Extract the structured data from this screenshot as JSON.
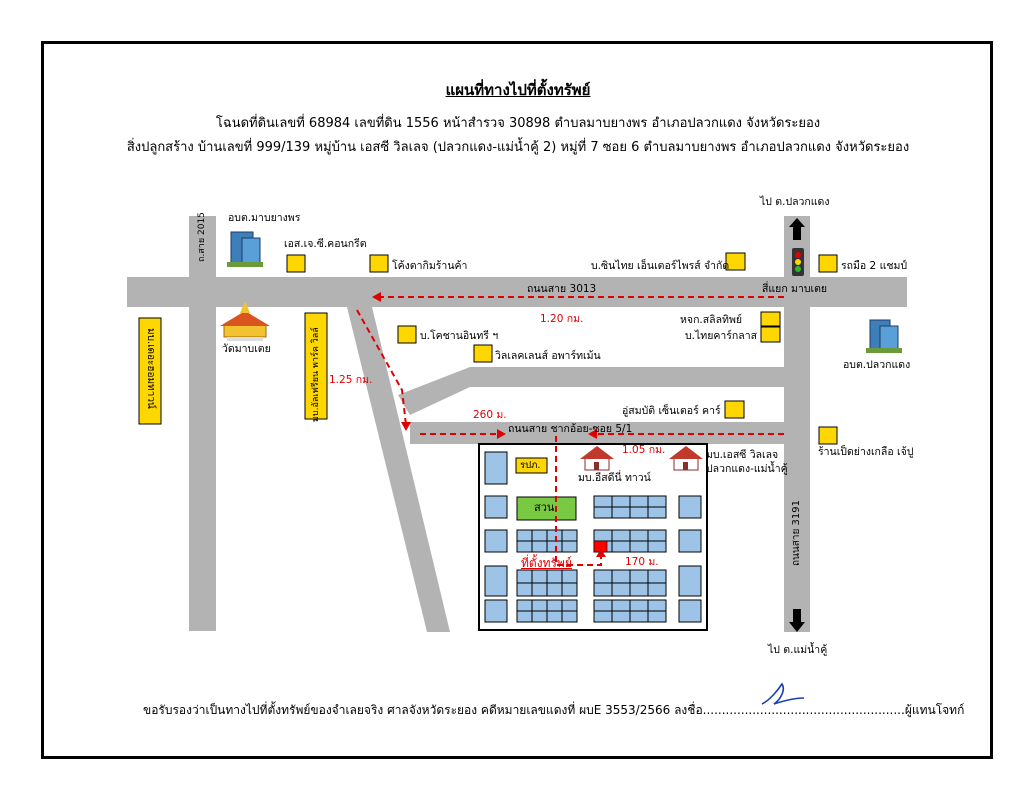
{
  "title": "แผนที่ทางไปที่ตั้งทรัพย์",
  "subtitle_line1": "โฉนดที่ดินเลขที่ 68984  เลขที่ดิน 1556  หน้าสำรวจ 30898  ตำบลมาบยางพร  อำเภอปลวกแดง  จังหวัดระยอง",
  "subtitle_line2": "สิ่งปลูกสร้าง  บ้านเลขที่ 999/139  หมู่บ้าน เอสซี วิลเลจ (ปลวกแดง-แม่น้ำคู้ 2)  หมู่ที่ 7  ซอย 6  ตำบลมาบยางพร  อำเภอปลวกแดง  จังหวัดระยอง",
  "labels": {
    "road_2015": "ถ.สาย 2015",
    "road_3013": "ถนนสาย 3013",
    "road_3191": "ถนนสาย 3191",
    "road_chak": "ถนนสาย ชากอ้อย-ซอย 5/1",
    "intersection": "สี่แยก มาบเตย",
    "to_north": "ไป ต.ปลวกแดง",
    "to_south": "ไป ต.แม่น้ำคู้",
    "obt_mabyangphon": "อบต.มาบยางพร",
    "sc_concrete": "เอส.เจ.ซี.คอนกรีต",
    "curve_shop": "โค้งตากิมร้านค้า",
    "sinthai": "บ.ซินไทย เอ็นเตอร์ไพรส์ จำกัด",
    "used_motorbike": "รถมือ 2 แชมป์",
    "wat": "วัดมาบเตย",
    "village_left": "มบ.เดอะฮอมทาวน์",
    "village_park": "มบ.อัลเฟรียน พาร์ค วิลล์",
    "khochan": "บ.โคชานอินทรี ฯ",
    "villa_lake": "วิลเลคเลนส์ อพาร์ทเม้น",
    "salilthip": "หจก.สลิลทิพย์",
    "thaicar": "บ.ไทยคาร์กลาส",
    "obt_pluakdaeng": "อบต.ปลวกแดง",
    "usombat": "อู่สมบัติ เซ็นเตอร์ คาร์",
    "duck_shop": "ร้านเป็ดย่างเกลือ เจ้ปู",
    "police": "รปภ.",
    "esdee": "มบ.อีสดีนี่ ทาวน์",
    "sc_village": "มบ.เอสซี วิลเลจ",
    "sc_village2": "ปลวกแดง-แม่น้ำคู้",
    "garden": "สวน",
    "property": "ที่ตั้งทรัพย์"
  },
  "distances": {
    "d1": "1.20 กม.",
    "d2": "1.25 กม.",
    "d3": "260 ม.",
    "d4": "1.05 กม.",
    "d5": "170 ม."
  },
  "footer": "ขอรับรองว่าเป็นทางไปที่ตั้งทรัพย์ของจำเลยจริง ศาลจังหวัดระยอง คดีหมายเลขแดงที่ ผบE 3553/2566  ลงชื่อ.....................................................ผู้แทนโจทก์",
  "colors": {
    "road": "#b3b3b3",
    "route": "#e00000",
    "marker": "#ffd700",
    "plot": "#9dc3e6",
    "garden": "#7ac943"
  }
}
